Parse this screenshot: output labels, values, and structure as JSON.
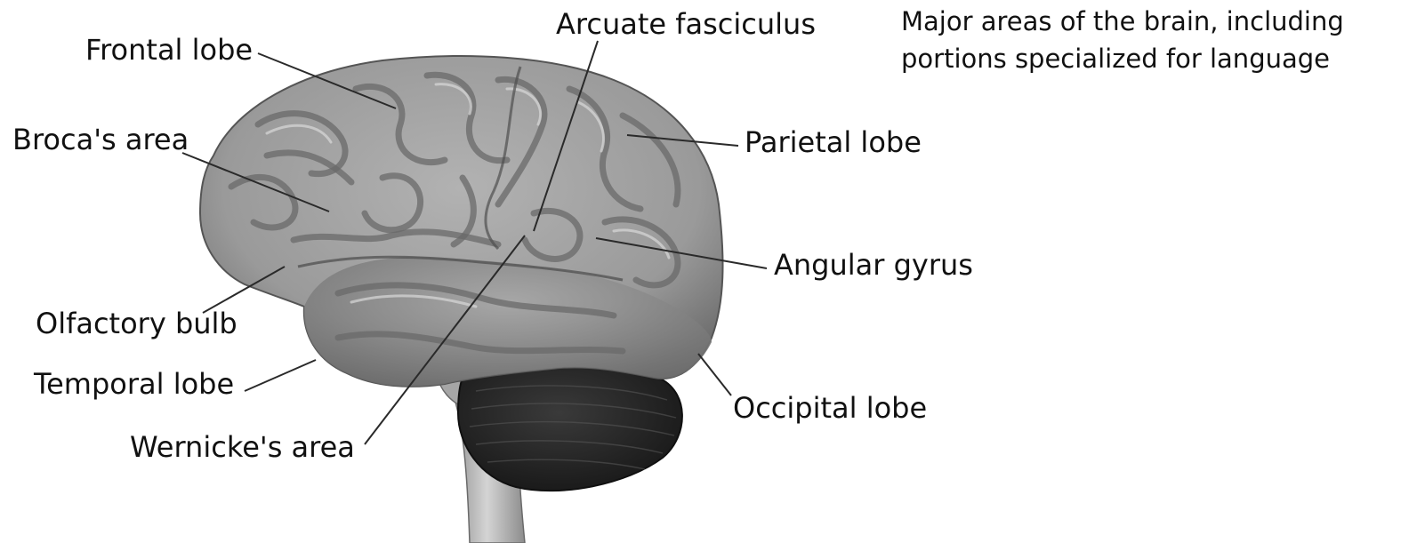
{
  "caption": {
    "line1": "Major areas of the brain, including",
    "line2": "portions specialized for language"
  },
  "labels": {
    "frontal_lobe": "Frontal lobe",
    "brocas_area": "Broca's area",
    "olfactory_bulb": "Olfactory bulb",
    "temporal_lobe": "Temporal lobe",
    "wernickes_area": "Wernicke's area",
    "arcuate_fasciculus": "Arcuate fasciculus",
    "parietal_lobe": "Parietal lobe",
    "angular_gyrus": "Angular gyrus",
    "occipital_lobe": "Occipital lobe"
  },
  "colors": {
    "cortex": "#9a9a9a",
    "cortex_shadow": "#7a7a7a",
    "cerebellum": "#2e2e2e",
    "brainstem": "#b8b8b8",
    "text": "#111111"
  }
}
